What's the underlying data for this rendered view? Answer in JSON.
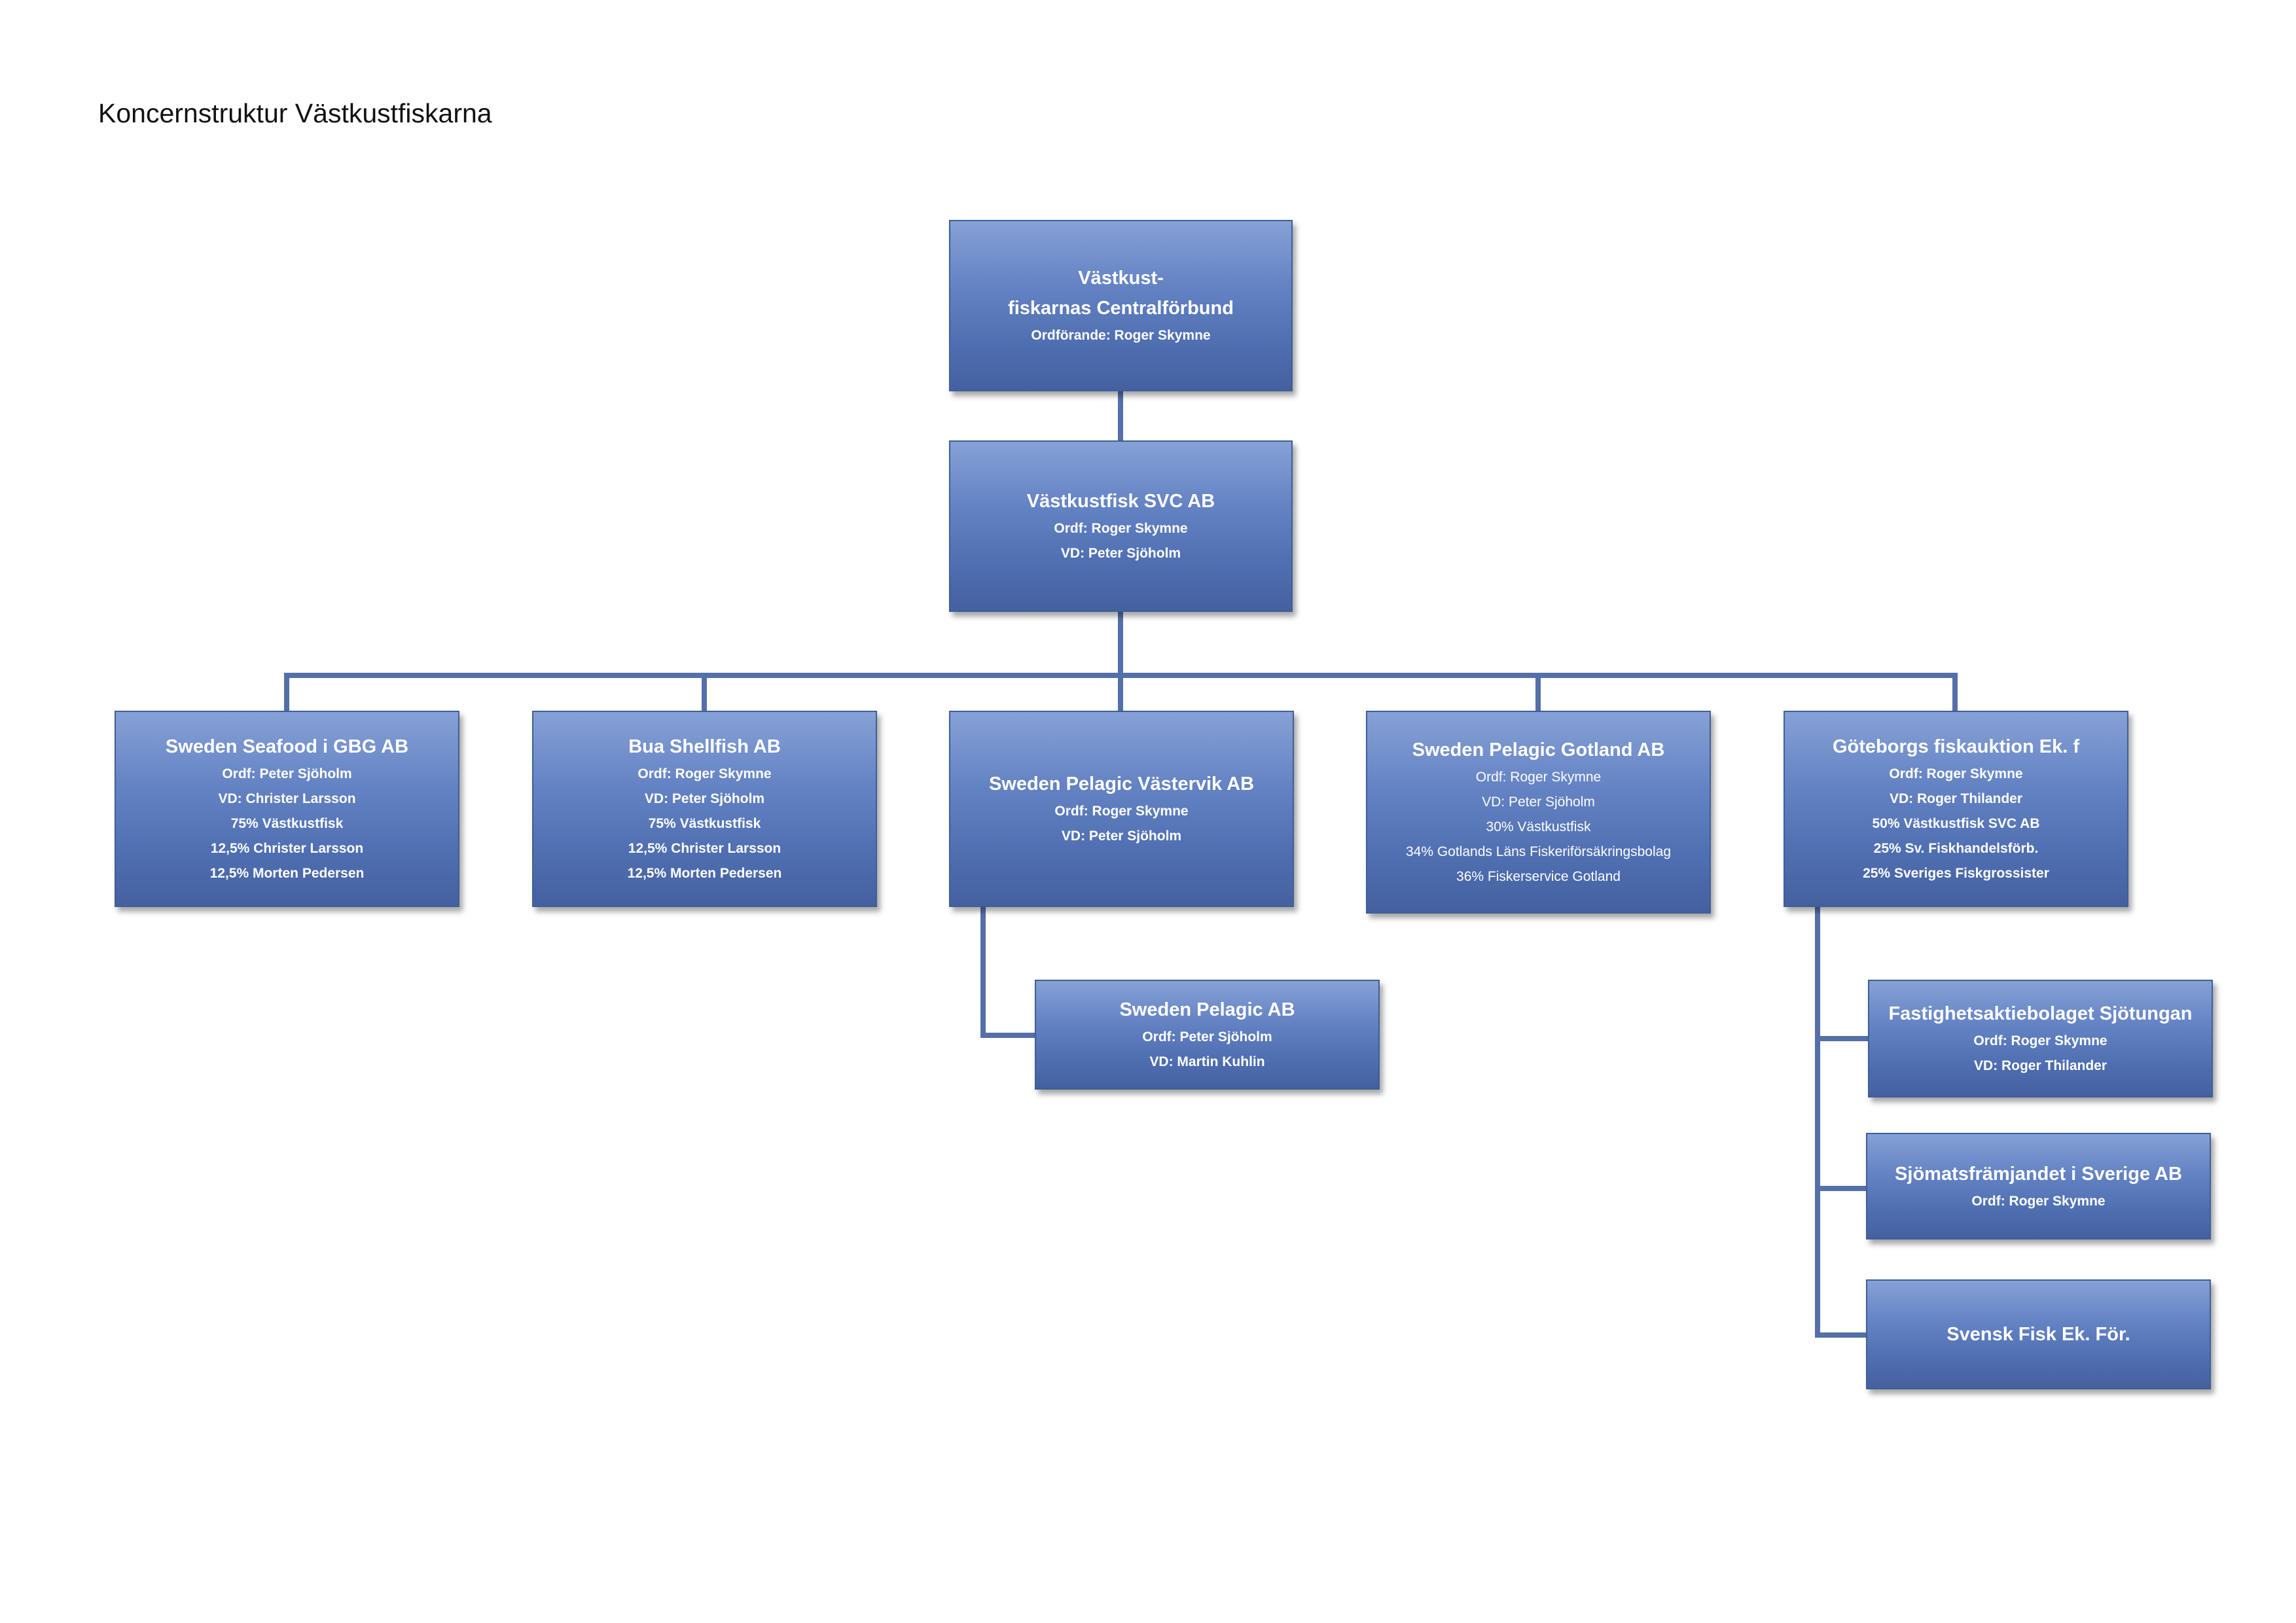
{
  "page_title": "Koncernstruktur Västkustfiskarna",
  "colors": {
    "node_top": "#86a1d5",
    "node_bottom": "#45609f",
    "connector": "#5470a8"
  },
  "nodes": {
    "centralforbund": {
      "title_lines": [
        "Västkust-",
        "fiskarnas Centralförbund"
      ],
      "details": [
        "Ordförande: Roger Skymne"
      ]
    },
    "svc": {
      "title": "Västkustfisk SVC AB",
      "details": [
        "Ordf: Roger Skymne",
        "VD: Peter Sjöholm"
      ]
    },
    "seafood_gbg": {
      "title": "Sweden Seafood i GBG AB",
      "details": [
        "Ordf: Peter Sjöholm",
        "VD: Christer Larsson",
        "75% Västkustfisk",
        "12,5% Christer Larsson",
        "12,5% Morten Pedersen"
      ]
    },
    "bua_shellfish": {
      "title": "Bua Shellfish AB",
      "details": [
        "Ordf: Roger Skymne",
        "VD: Peter Sjöholm",
        "75% Västkustfisk",
        "12,5% Christer Larsson",
        "12,5% Morten Pedersen"
      ]
    },
    "pelagic_vastervik": {
      "title": "Sweden Pelagic  Västervik AB",
      "details": [
        "Ordf: Roger Skymne",
        "VD: Peter Sjöholm"
      ]
    },
    "pelagic_gotland": {
      "title": "Sweden Pelagic Gotland AB",
      "details": [
        "Ordf: Roger Skymne",
        "VD: Peter Sjöholm",
        "30% Västkustfisk",
        "34% Gotlands Läns Fiskeriförsäkringsbolag",
        "36% Fiskerservice Gotland"
      ]
    },
    "gbg_fiskauktion": {
      "title": "Göteborgs fiskauktion Ek. f",
      "details": [
        "Ordf: Roger Skymne",
        "VD: Roger Thilander",
        "50% Västkustfisk SVC AB",
        "25% Sv. Fiskhandelsförb.",
        "25% Sveriges Fiskgrossister"
      ]
    },
    "pelagic_ab": {
      "title": "Sweden Pelagic AB",
      "details": [
        "Ordf: Peter Sjöholm",
        "VD: Martin Kuhlin"
      ]
    },
    "sjotungan": {
      "title": "Fastighetsaktiebolaget Sjötungan",
      "details": [
        "Ordf: Roger Skymne",
        "VD: Roger Thilander"
      ]
    },
    "sjomatsframjandet": {
      "title": "Sjömatsfrämjandet i Sverige AB",
      "details": [
        "Ordf: Roger Skymne"
      ]
    },
    "svensk_fisk": {
      "title": "Svensk Fisk Ek. För."
    }
  }
}
